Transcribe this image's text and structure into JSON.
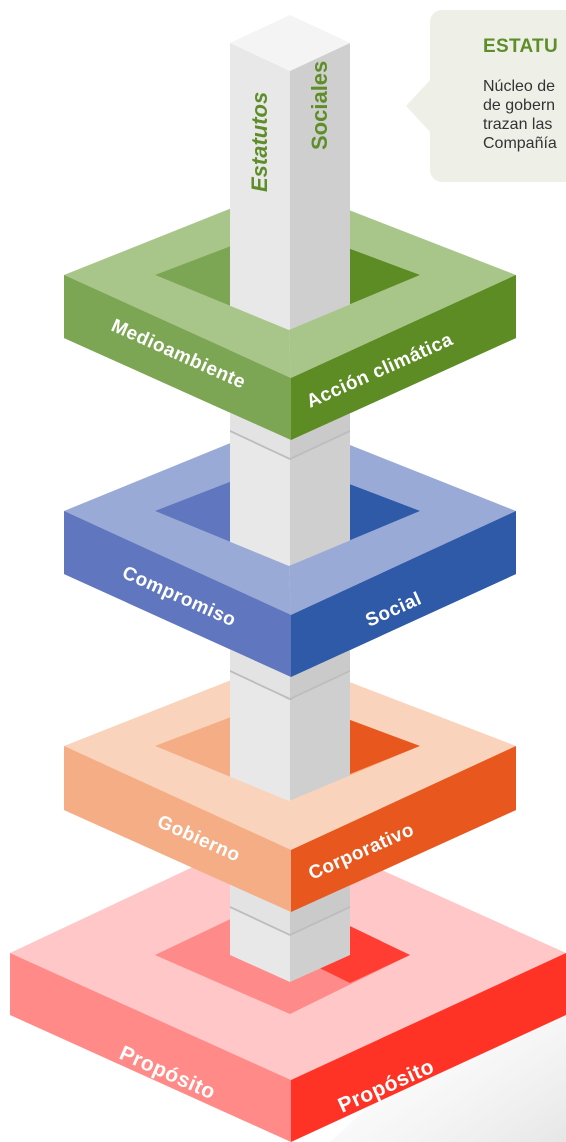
{
  "callout": {
    "title": "ESTATU",
    "lines": [
      "Núcleo de",
      "de gobern",
      "trazan las",
      "Compañía"
    ]
  },
  "pillar": {
    "label_left": "Estatutos",
    "label_right": "Sociales",
    "colors": {
      "left": "#e8e8e8",
      "right": "#cfcfcf",
      "top": "#f4f4f4"
    }
  },
  "rings": [
    {
      "id": "medioambiente",
      "left_label": "Medioambiente",
      "right_label": "Acción climática",
      "colors": {
        "top": "#a9c68a",
        "left": "#7da654",
        "right": "#5d8c24"
      }
    },
    {
      "id": "compromiso",
      "left_label": "Compromiso",
      "right_label": "Social",
      "colors": {
        "top": "#9aaad6",
        "left": "#6077bf",
        "right": "#2e5aa8"
      }
    },
    {
      "id": "gobierno",
      "left_label": "Gobierno",
      "right_label": "Corporativo",
      "colors": {
        "top": "#f9d3bb",
        "left": "#f5ad85",
        "right": "#e8581e"
      }
    },
    {
      "id": "proposito",
      "left_label": "Propósito",
      "right_label": "Propósito",
      "colors": {
        "top": "#ffc7c8",
        "left": "#ff8a88",
        "right": "#ff3325"
      }
    }
  ]
}
